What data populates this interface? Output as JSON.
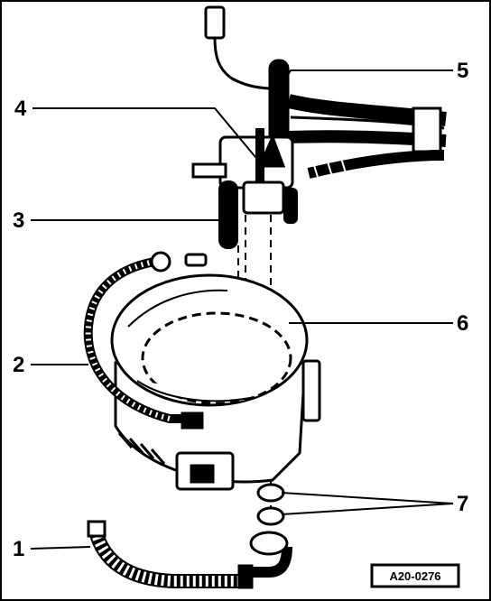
{
  "callouts": {
    "c1": "1",
    "c2": "2",
    "c3": "3",
    "c4": "4",
    "c5": "5",
    "c6": "6",
    "c7": "7"
  },
  "reference_code": "A20-0276",
  "colors": {
    "ink": "#000000",
    "paper": "#ffffff"
  }
}
